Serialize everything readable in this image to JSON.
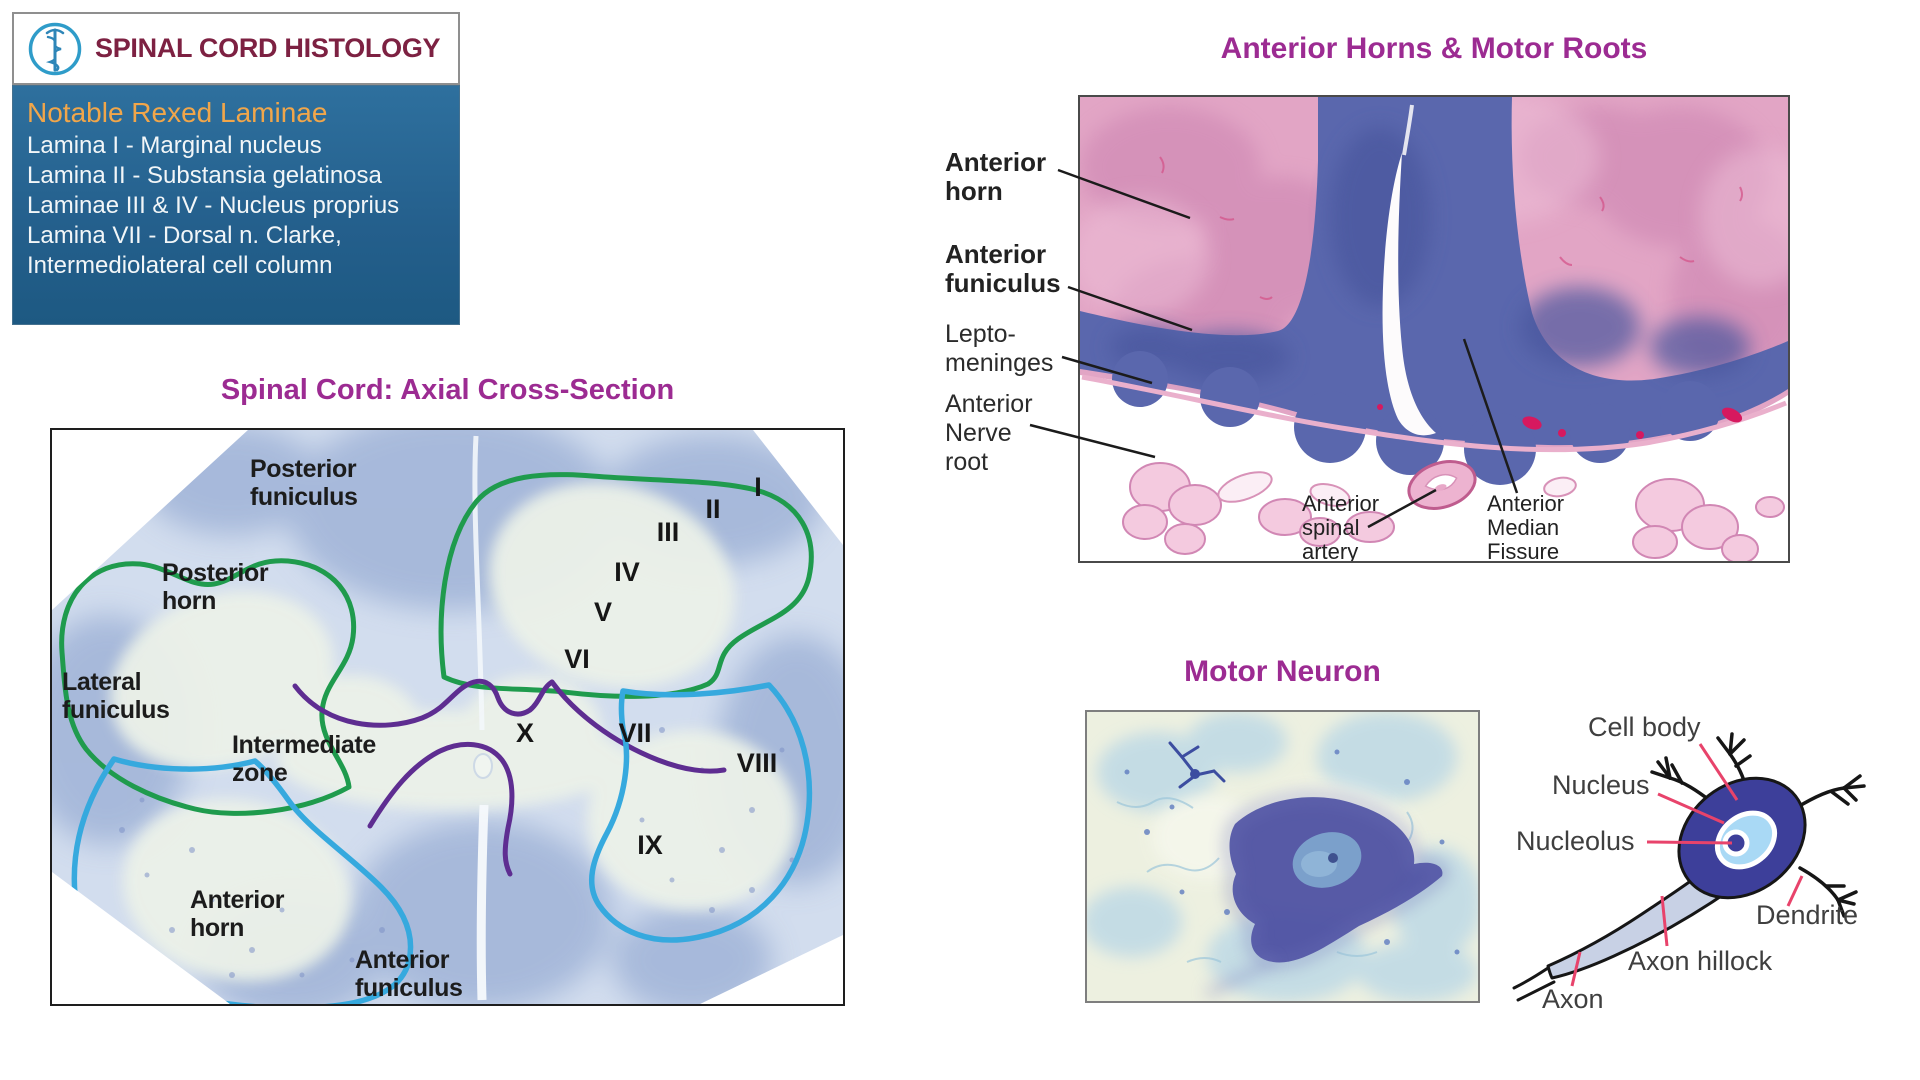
{
  "header": {
    "logo_icon": "rod-of-asclepius-icon",
    "title": "SPINAL CORD HISTOLOGY"
  },
  "laminae_panel": {
    "heading": "Notable Rexed Laminae",
    "items": [
      "Lamina I - Marginal nucleus",
      "Lamina II - Substansia gelatinosa",
      "Laminae III & IV - Nucleus proprius",
      "Lamina VII - Dorsal n. Clarke, Intermediolateral cell column"
    ]
  },
  "cross_section": {
    "title": "Spinal Cord: Axial Cross-Section",
    "labels": {
      "posterior_funiculus": [
        "Posterior",
        "funiculus"
      ],
      "posterior_horn": [
        "Posterior",
        "horn"
      ],
      "lateral_funiculus": [
        "Lateral",
        "funiculus"
      ],
      "intermediate_zone": [
        "Intermediate",
        "zone"
      ],
      "anterior_horn": [
        "Anterior",
        "horn"
      ],
      "anterior_funiculus": [
        "Anterior",
        "funiculus"
      ]
    },
    "numerals": [
      "I",
      "II",
      "III",
      "IV",
      "V",
      "VI",
      "VII",
      "VIII",
      "IX",
      "X"
    ],
    "outline_colors": {
      "posterior_horn": "#1f9b4d",
      "intermediate_zone": "#5e2d91",
      "anterior_horn": "#36a9de"
    }
  },
  "anterior_horns": {
    "title": "Anterior Horns & Motor Roots",
    "left_labels": [
      {
        "lines": [
          "Anterior",
          "horn"
        ],
        "bold": true
      },
      {
        "lines": [
          "Anterior",
          "funiculus"
        ],
        "bold": true
      },
      {
        "lines": [
          "Lepto-",
          "meninges"
        ],
        "bold": false
      },
      {
        "lines": [
          "Anterior",
          "Nerve",
          "root"
        ],
        "bold": false
      }
    ],
    "inside_labels": [
      {
        "lines": [
          "Anterior",
          "spinal",
          "artery"
        ]
      },
      {
        "lines": [
          "Anterior",
          "Median",
          "Fissure"
        ]
      }
    ]
  },
  "motor_neuron": {
    "title": "Motor Neuron",
    "diagram_labels": [
      "Cell body",
      "Nucleus",
      "Nucleolus",
      "Dendrite",
      "Axon hillock",
      "Axon"
    ]
  },
  "colors": {
    "header_maroon": "#7d2142",
    "section_title_purple": "#9c2b92",
    "panel_blue": "#2e709e",
    "panel_heading_orange": "#f1a64a",
    "outline_green": "#1f9b4d",
    "outline_purple": "#5e2d91",
    "outline_cyan": "#36a9de",
    "leader_black": "#1b1b1b",
    "leader_pink": "#e8436b",
    "logo_blue": "#2f9cc9"
  }
}
